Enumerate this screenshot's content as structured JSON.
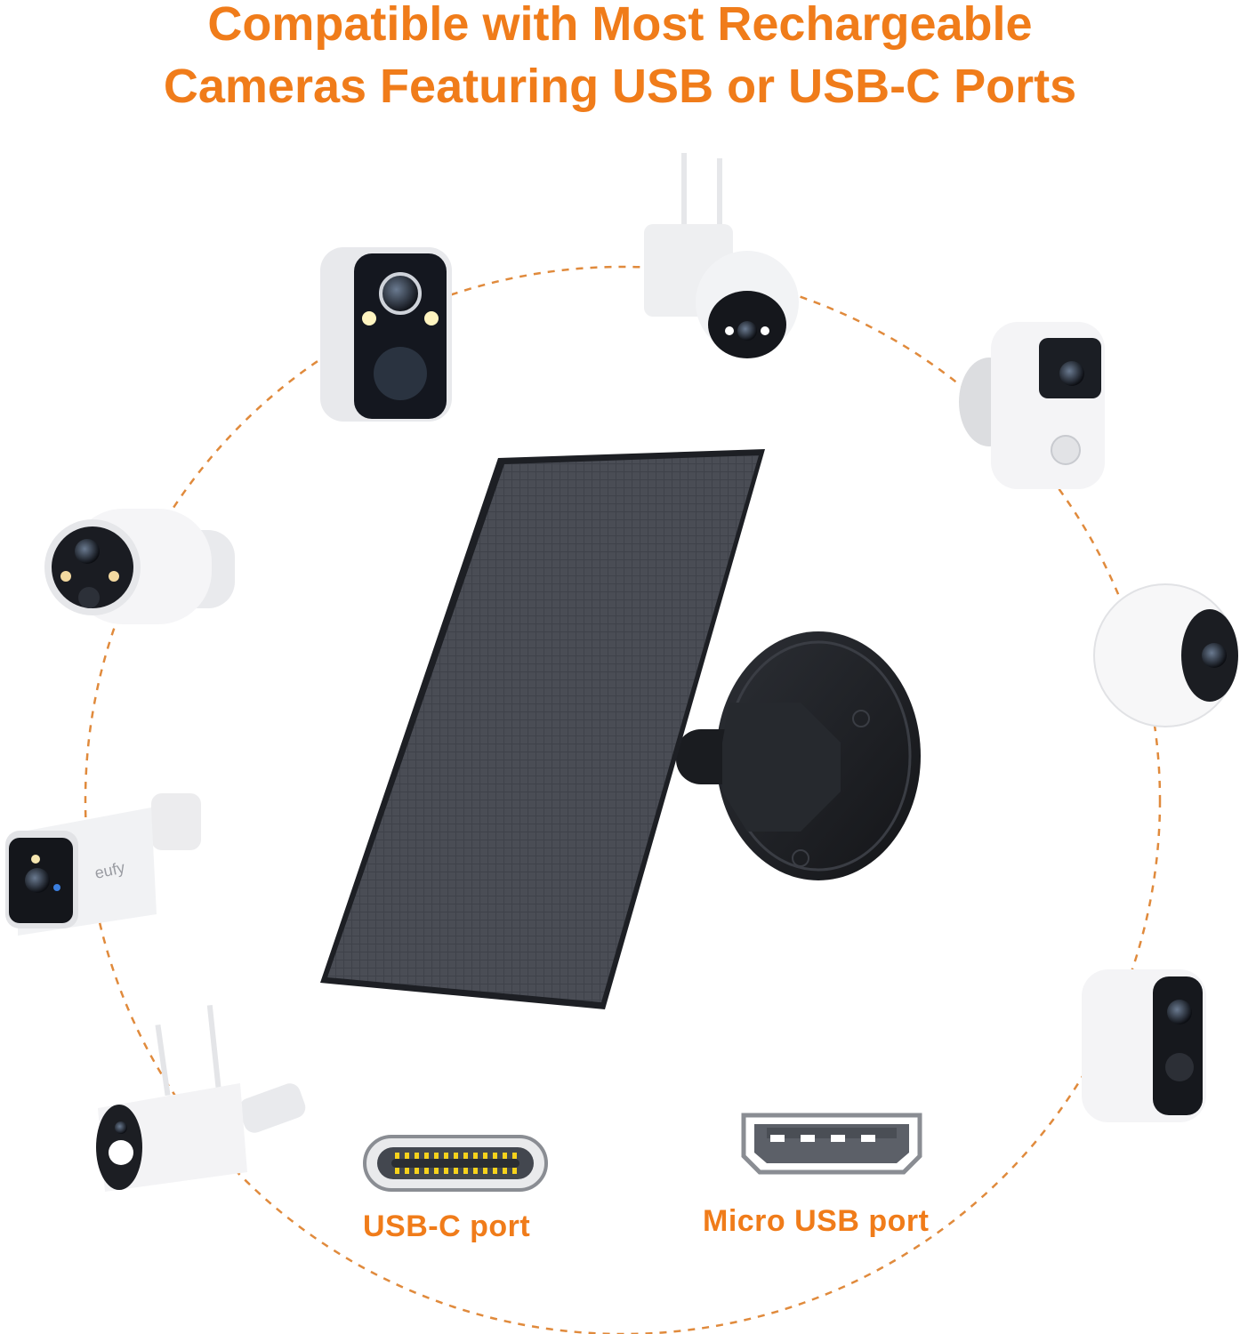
{
  "headline": {
    "line1": "Compatible with Most Rechargeable",
    "line2": "Cameras Featuring USB or USB-C Ports"
  },
  "ports": {
    "usbc_label": "USB-C port",
    "micro_label": "Micro USB port"
  },
  "icons": {
    "solar_panel": "solar-panel",
    "wall_mount": "wall-mount",
    "cameras": [
      "cube-camera-top-left",
      "ptz-dome-camera",
      "battery-camera-top-right",
      "round-camera-right",
      "bullet-camera-left",
      "eufy-bullet-camera",
      "antenna-bullet-camera",
      "box-camera-bottom-right"
    ],
    "usbc_port": "usb-c-port-icon",
    "micro_usb_port": "micro-usb-port-icon"
  },
  "brand_marks": {
    "eufy": "eufy"
  },
  "colors": {
    "accent": "#f07c1a",
    "panel": "#3a3d44",
    "mount": "#1e2024"
  }
}
